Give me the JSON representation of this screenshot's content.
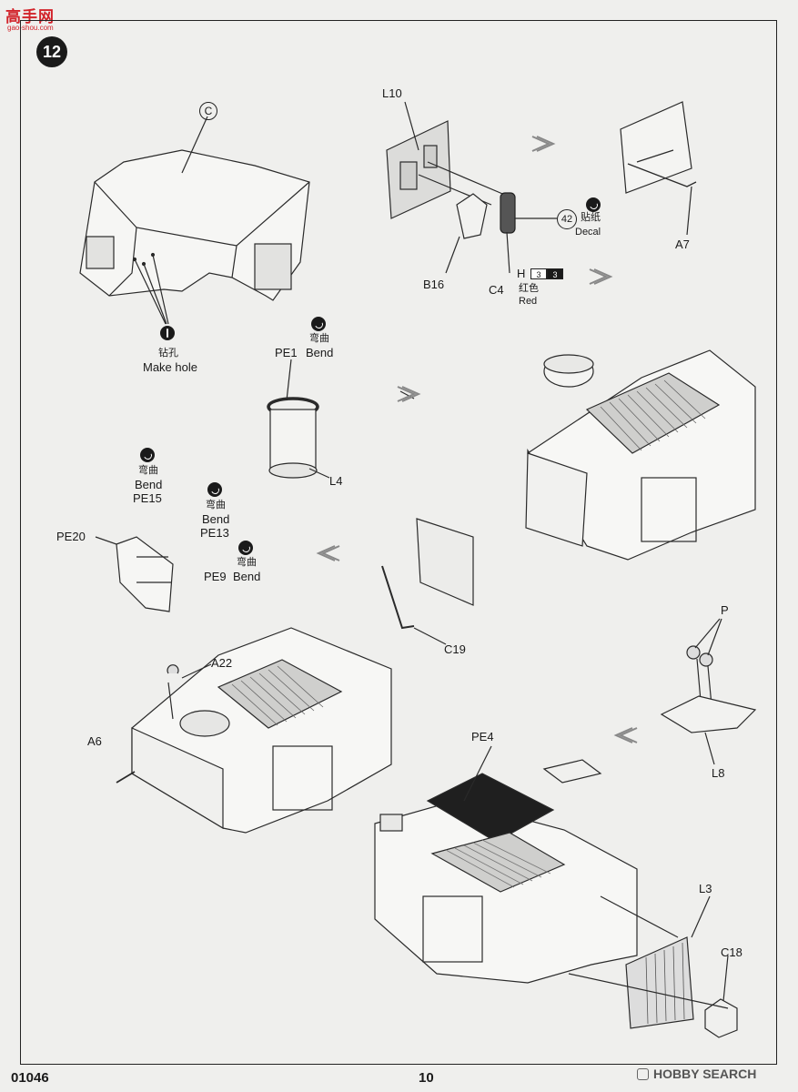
{
  "watermark": {
    "logo": "高手网",
    "url": "gao-shou.com",
    "corner_site": "HOBBY SEARCH"
  },
  "step": {
    "number": "12"
  },
  "footer": {
    "product_code": "01046",
    "page_number": "10"
  },
  "labels": {
    "c_circle": "C",
    "l10": "L10",
    "decal_num": "42",
    "decal_cn": "贴纸",
    "decal_en": "Decal",
    "a7": "A7",
    "b16": "B16",
    "c4": "C4",
    "h": "H",
    "h_sw1": "3",
    "h_sw2": "3",
    "red_cn": "红色",
    "red_en": "Red",
    "drill_cn": "钻孔",
    "drill_en": "Make hole",
    "pe1_bend_cn": "弯曲",
    "pe1_bend_en": "Bend",
    "pe1": "PE1",
    "l4": "L4",
    "pe15_bend_cn": "弯曲",
    "pe15_bend_en": "Bend",
    "pe15": "PE15",
    "pe13_bend_cn": "弯曲",
    "pe13_bend_en": "Bend",
    "pe13": "PE13",
    "pe20": "PE20",
    "pe9_bend_cn": "弯曲",
    "pe9_bend_en": "Bend",
    "pe9": "PE9",
    "c19": "C19",
    "p": "P",
    "l8": "L8",
    "a22": "A22",
    "a6": "A6",
    "pe4": "PE4",
    "l3": "L3",
    "c18": "C18"
  }
}
